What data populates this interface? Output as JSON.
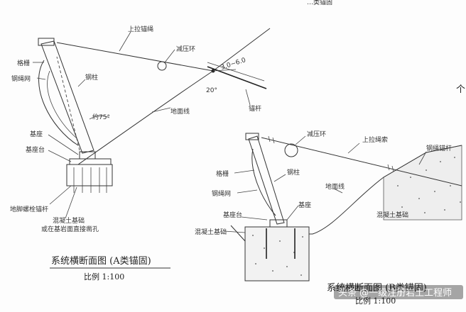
{
  "header_fragment": "…类锚固",
  "diagram_a": {
    "labels": {
      "upper_cable": "上拉锚绳",
      "shock_ring": "减压环",
      "span": "3.0~6.0",
      "angle_small": "20°",
      "anchor_rod": "锚杆",
      "ground_line": "地面线",
      "angle_75": "约75°",
      "mesh_top": "格栅",
      "wire_mesh": "钢绳网",
      "post": "钢柱",
      "base": "基座",
      "base_platform": "基座台",
      "foot_bolt": "地脚螺栓锚杆",
      "foundation_1": "混凝土基础",
      "foundation_2": "或在基岩面直接凿孔"
    },
    "caption": "系统横断面图 (A类锚固)",
    "scale": "比例 1:100"
  },
  "diagram_b": {
    "labels": {
      "shock_ring": "减压环",
      "upper_cable": "上拉绳索",
      "wire_anchor": "钢绳锚杆",
      "mesh": "格栅",
      "post": "钢柱",
      "wire_mesh": "钢绳网",
      "ground_line": "地面线",
      "base": "基座",
      "base_platform": "基座台",
      "foundation_left": "混凝土基础",
      "foundation_right": "混凝土基础"
    },
    "caption": "系统横断面图 (B类锚固)",
    "scale": "比例 1:100"
  },
  "watermark": "头条 @一级注册岩土工程师",
  "corner_fragment": "个"
}
